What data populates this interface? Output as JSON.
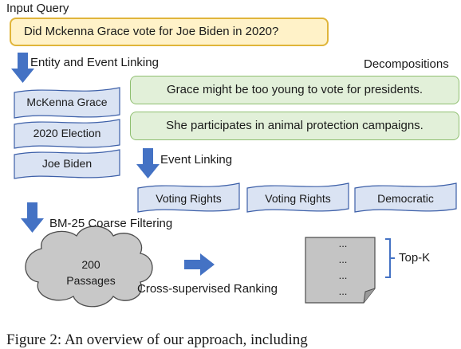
{
  "input_query": {
    "title": "Input Query",
    "text": "Did Mckenna Grace vote for Joe Biden in 2020?"
  },
  "entity_linking": {
    "label": "Entity and Event Linking",
    "entities": [
      "McKenna Grace",
      "2020 Election",
      "Joe Biden"
    ]
  },
  "decompositions": {
    "title": "Decompositions",
    "items": [
      "Grace might be too young to vote for presidents.",
      "She participates in animal protection campaigns."
    ]
  },
  "event_linking": {
    "label": "Event Linking",
    "events": [
      "Voting Rights",
      "Voting Rights",
      "Democratic"
    ]
  },
  "bm25": {
    "label": "BM-25 Coarse Filtering"
  },
  "passages": {
    "count": "200",
    "label": "Passages"
  },
  "ranking": {
    "label": "Cross-supervised Ranking"
  },
  "topk": {
    "label": "Top-K",
    "dots": [
      "...",
      "...",
      "...",
      "..."
    ]
  },
  "caption": "Figure 2: An overview of our approach, including",
  "colors": {
    "query_fill": "#fff2c8",
    "query_border": "#e0b53a",
    "entity_fill": "#dae3f3",
    "entity_border": "#3c5fa8",
    "decomp_fill": "#e2f0d9",
    "decomp_border": "#8fbf70",
    "arrow": "#4472c4",
    "cloud": "#c8c8c8",
    "doc": "#c4c4c4"
  }
}
